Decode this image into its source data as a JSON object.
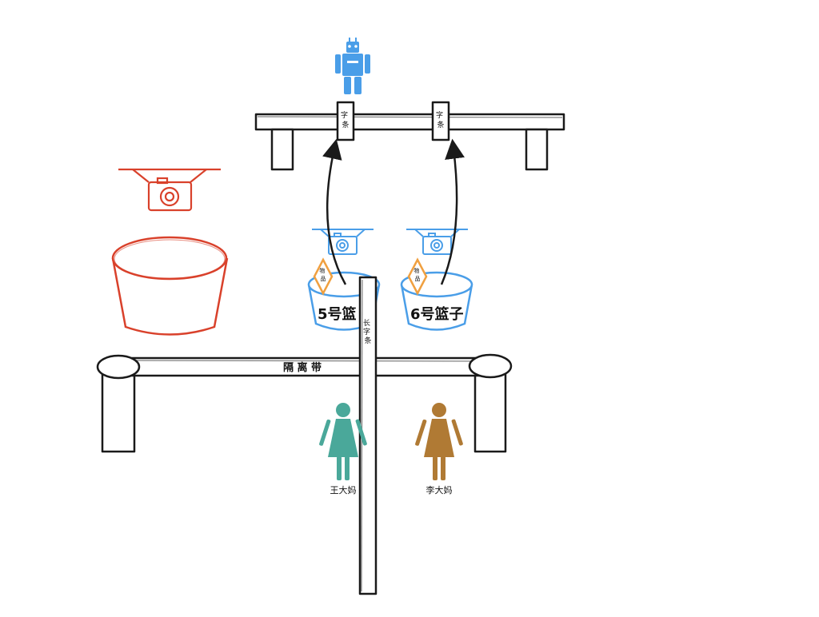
{
  "upper_rail": {
    "slip_left": "字条",
    "slip_right": "字条"
  },
  "baskets": [
    {
      "label": "5号篮",
      "tag": "物品"
    },
    {
      "label": "6号篮子",
      "tag": "物品"
    }
  ],
  "long_slip": {
    "label": "长字条"
  },
  "divider": {
    "label": "隔 离 带"
  },
  "people": [
    {
      "name": "王大妈",
      "color": "#4aa89a"
    },
    {
      "name": "李大妈",
      "color": "#b07a34"
    }
  ],
  "colors": {
    "red": "#d9412b",
    "blue": "#4a9ee8",
    "orange": "#f0a040",
    "ink": "#1a1a1a"
  },
  "icons": [
    "robot-icon",
    "camera-icon",
    "basket-icon",
    "person-icon",
    "arrow-icon"
  ]
}
